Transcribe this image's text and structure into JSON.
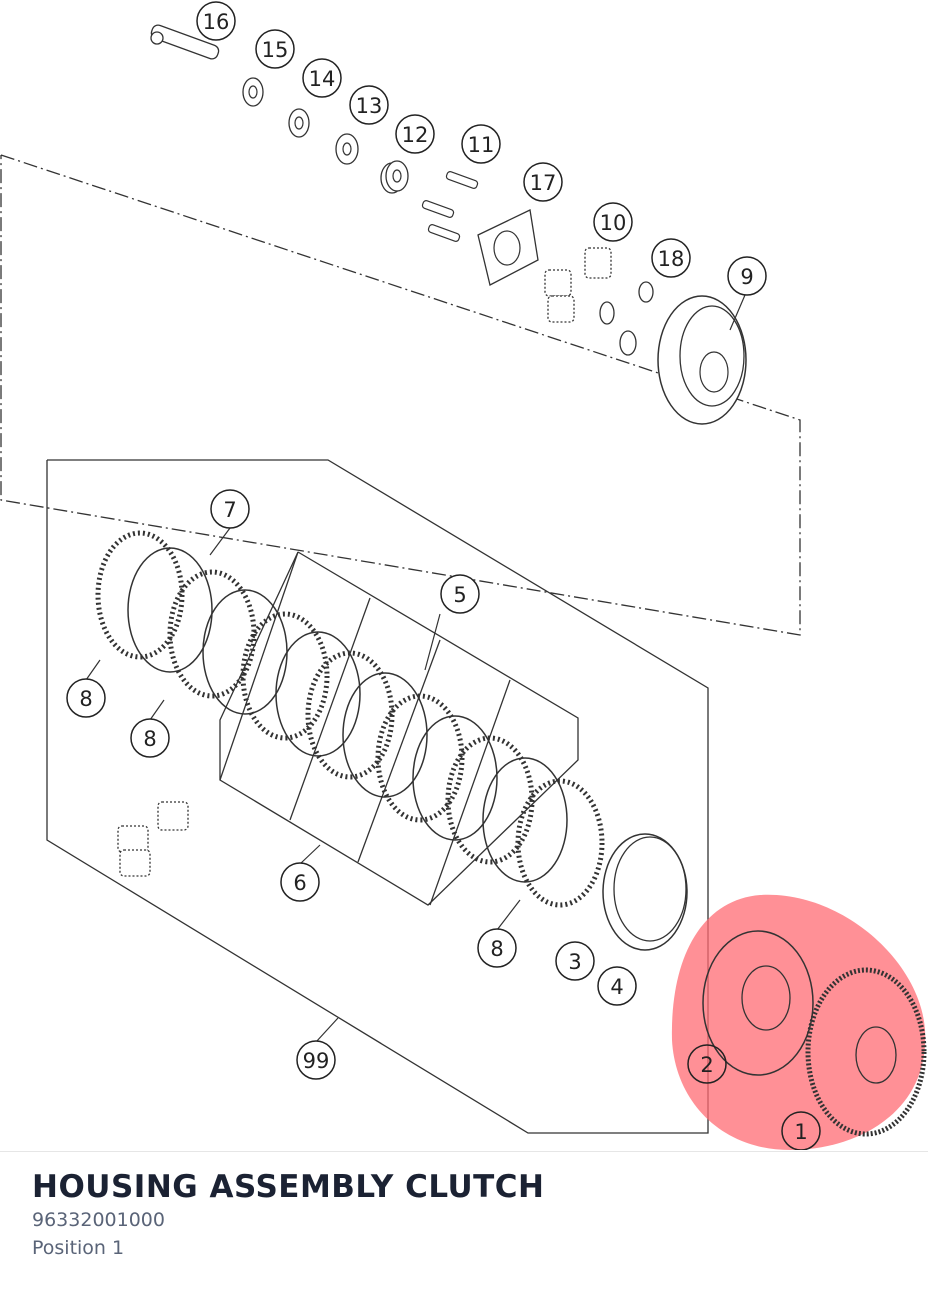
{
  "diagram": {
    "callouts": [
      {
        "id": "c16",
        "label": "16"
      },
      {
        "id": "c15",
        "label": "15"
      },
      {
        "id": "c14",
        "label": "14"
      },
      {
        "id": "c13",
        "label": "13"
      },
      {
        "id": "c12",
        "label": "12"
      },
      {
        "id": "c11",
        "label": "11"
      },
      {
        "id": "c17",
        "label": "17"
      },
      {
        "id": "c10",
        "label": "10"
      },
      {
        "id": "c18",
        "label": "18"
      },
      {
        "id": "c9",
        "label": "9"
      },
      {
        "id": "c7",
        "label": "7"
      },
      {
        "id": "c5",
        "label": "5"
      },
      {
        "id": "c8a",
        "label": "8"
      },
      {
        "id": "c8b",
        "label": "8"
      },
      {
        "id": "c8c",
        "label": "8"
      },
      {
        "id": "c6",
        "label": "6"
      },
      {
        "id": "c3",
        "label": "3"
      },
      {
        "id": "c4",
        "label": "4"
      },
      {
        "id": "c99",
        "label": "99"
      },
      {
        "id": "c2",
        "label": "2"
      },
      {
        "id": "c1",
        "label": "1"
      }
    ],
    "highlight_color": "#ff6b73"
  },
  "part": {
    "title": "HOUSING ASSEMBLY CLUTCH",
    "number": "96332001000",
    "position": "Position 1"
  }
}
